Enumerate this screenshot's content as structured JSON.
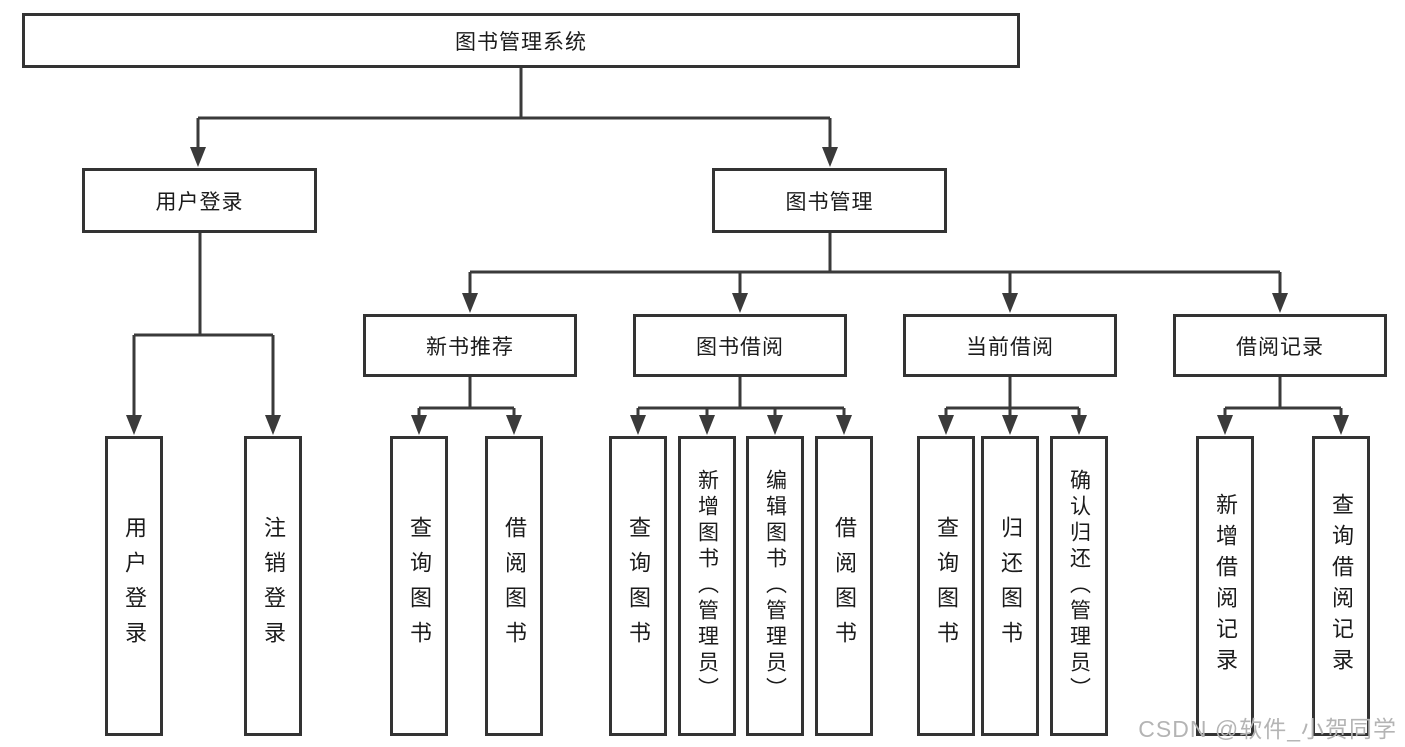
{
  "colors": {
    "background": "#ffffff",
    "box_border": "#333333",
    "text": "#1b1b1b",
    "connector": "#3a3a3a",
    "watermark_text_color": "#b4b4b4"
  },
  "watermark": {
    "text": "CSDN @软件_小贺同学"
  },
  "diagram": {
    "type": "tree",
    "root": {
      "label": "图书管理系统"
    },
    "branches": [
      {
        "label": "用户登录",
        "children": [
          "用户登录",
          "注销登录"
        ]
      },
      {
        "label": "图书管理",
        "children": [
          {
            "label": "新书推荐",
            "children": [
              "查询图书",
              "借阅图书"
            ]
          },
          {
            "label": "图书借阅",
            "children": [
              "查询图书",
              "新增图书（管理员）",
              "编辑图书（管理员）",
              "借阅图书"
            ]
          },
          {
            "label": "当前借阅",
            "children": [
              "查询图书",
              "归还图书",
              "确认归还（管理员）"
            ]
          },
          {
            "label": "借阅记录",
            "children": [
              "新增借阅记录",
              "查询借阅记录"
            ]
          }
        ]
      }
    ]
  }
}
